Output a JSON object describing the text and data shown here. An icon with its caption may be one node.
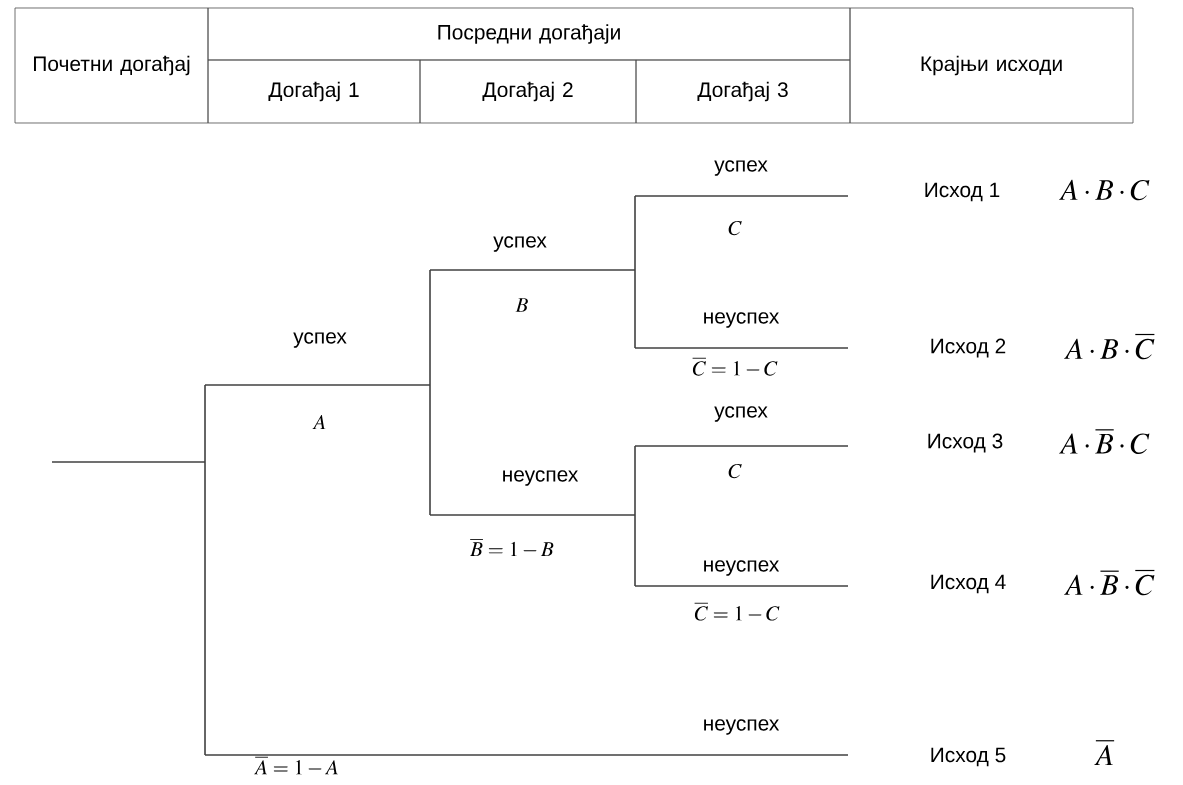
{
  "diagram": {
    "labels": [
      "Почетни догађај",
      "Посредни догађаји",
      "Догађај 1",
      "Догађај 2",
      "Догађај 3",
      "Крајњи исходи",
      "успех",
      "C",
      "Исход 1",
      "A \\cdot B \\cdot C",
      "успех",
      "B",
      "неуспех",
      "успех",
      "\\overline{C}=1-C",
      "Исход 2",
      "A \\cdot B \\cdot \\overline{C}",
      "A",
      "успех",
      "Исход 3",
      "A \\cdot \\overline{B} \\cdot C",
      "неуспех",
      "C",
      "\\overline{B}=1-B",
      "неуспех",
      "Исход 4",
      "A \\cdot \\overline{B} \\cdot \\overline{C}",
      "\\overline{C}=1-C",
      "неуспех",
      "Исход 5",
      "\\overline{A}",
      "\\overline{A}=1-A"
    ]
  }
}
